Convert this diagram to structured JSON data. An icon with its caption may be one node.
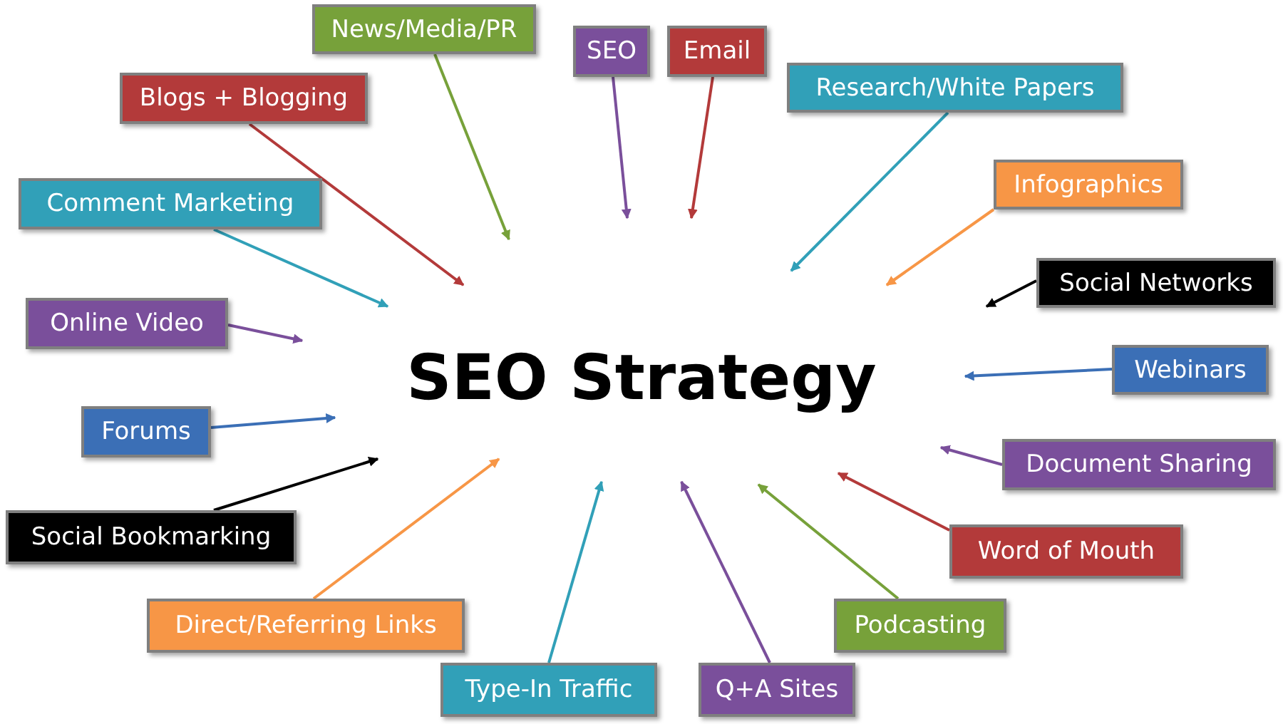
{
  "diagram": {
    "title": "SEO Strategy",
    "nodes": [
      {
        "text": [
          "News/Media/PR"
        ]
      },
      {
        "text": [
          "SEO"
        ]
      },
      {
        "text": [
          "Email"
        ]
      },
      {
        "text": [
          "Blogs + Blogging"
        ]
      },
      {
        "text": [
          "Research/White Papers"
        ]
      },
      {
        "text": [
          "Comment Marketing"
        ]
      },
      {
        "text": [
          "Infographics"
        ]
      },
      {
        "text": [
          "Social Networks"
        ]
      },
      {
        "text": [
          "Online Video"
        ]
      },
      {
        "text": [
          "Webinars"
        ]
      },
      {
        "text": [
          "Forums"
        ]
      },
      {
        "text": [
          "Document Sharing"
        ]
      },
      {
        "text": [
          "Social Bookmarking"
        ]
      },
      {
        "text": [
          "Word of Mouth"
        ]
      },
      {
        "text": [
          "Direct/Referring Links"
        ]
      },
      {
        "text": [
          "Podcasting"
        ]
      },
      {
        "text": [
          "Type-In Traffic"
        ]
      },
      {
        "text": [
          "Q+A Sites"
        ]
      }
    ],
    "edges": [
      {
        "from": 0,
        "to": null,
        "arrow": "to",
        "color": "#77a13a"
      },
      {
        "from": 1,
        "to": null,
        "arrow": "to",
        "color": "#7a4f9b"
      },
      {
        "from": 2,
        "to": null,
        "arrow": "to",
        "color": "#b33a3a"
      },
      {
        "from": 3,
        "to": null,
        "arrow": "to",
        "color": "#b33a3a"
      },
      {
        "from": 4,
        "to": null,
        "arrow": "to",
        "color": "#31a0b8"
      },
      {
        "from": 5,
        "to": null,
        "arrow": "to",
        "color": "#31a0b8"
      },
      {
        "from": 6,
        "to": null,
        "arrow": "to",
        "color": "#f79646"
      },
      {
        "from": 7,
        "to": null,
        "arrow": "to",
        "color": "#000000"
      },
      {
        "from": 8,
        "to": null,
        "arrow": "to",
        "color": "#7a4f9b"
      },
      {
        "from": 9,
        "to": null,
        "arrow": "to",
        "color": "#3b6fb6"
      },
      {
        "from": 10,
        "to": null,
        "arrow": "to",
        "color": "#3b6fb6"
      },
      {
        "from": 11,
        "to": null,
        "arrow": "to",
        "color": "#7a4f9b"
      },
      {
        "from": 12,
        "to": null,
        "arrow": "to",
        "color": "#000000"
      },
      {
        "from": 13,
        "to": null,
        "arrow": "to",
        "color": "#b33a3a"
      },
      {
        "from": 14,
        "to": null,
        "arrow": "to",
        "color": "#f79646"
      },
      {
        "from": 15,
        "to": null,
        "arrow": "to",
        "color": "#77a13a"
      },
      {
        "from": 16,
        "to": null,
        "arrow": "to",
        "color": "#31a0b8"
      },
      {
        "from": 17,
        "to": null,
        "arrow": "to",
        "color": "#7a4f9b"
      }
    ]
  }
}
